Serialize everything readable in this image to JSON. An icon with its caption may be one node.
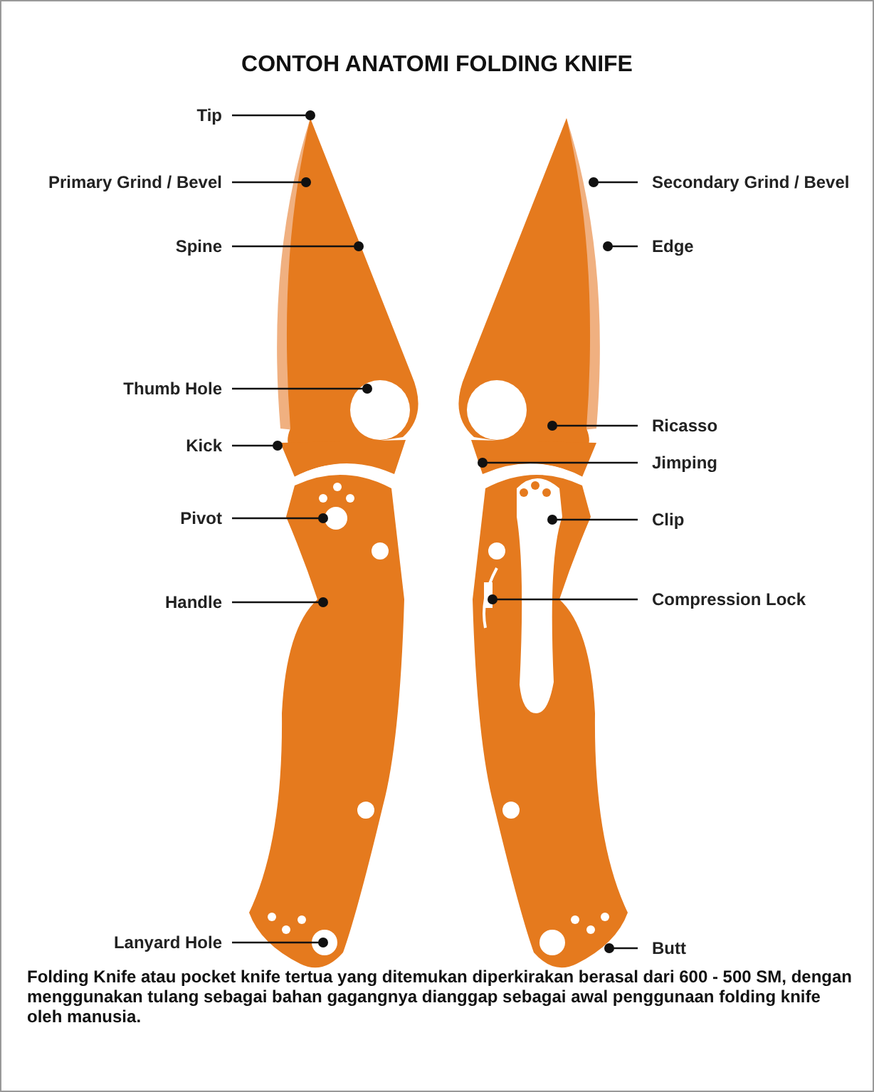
{
  "diagram": {
    "title": "CONTOH ANATOMI FOLDING KNIFE",
    "caption": "Folding Knife atau pocket knife tertua yang ditemukan diperkirakan berasal dari 600 - 500 SM, dengan menggunakan tulang sebagai bahan gagangnya dianggap sebagai awal penggunaan folding knife oleh manusia.",
    "nodes": [
      {
        "text": [
          "Tip"
        ]
      },
      {
        "text": [
          "Primary Grind / Bevel"
        ]
      },
      {
        "text": [
          "Secondary Grind / Bevel"
        ]
      },
      {
        "text": [
          "Spine"
        ]
      },
      {
        "text": [
          "Edge"
        ]
      },
      {
        "text": [
          "Thumb Hole"
        ]
      },
      {
        "text": [
          "Ricasso"
        ]
      },
      {
        "text": [
          "Kick"
        ]
      },
      {
        "text": [
          "Jimping"
        ]
      },
      {
        "text": [
          "Pivot"
        ]
      },
      {
        "text": [
          "Clip"
        ]
      },
      {
        "text": [
          "Handle"
        ]
      },
      {
        "text": [
          "Compression Lock"
        ]
      },
      {
        "text": [
          "Lanyard Hole"
        ]
      },
      {
        "text": [
          "Butt"
        ]
      }
    ],
    "edges": [
      {
        "from": 0,
        "to": null,
        "arrow": "other"
      },
      {
        "from": 1,
        "to": null,
        "arrow": "other"
      },
      {
        "from": 2,
        "to": null,
        "arrow": "other"
      },
      {
        "from": 3,
        "to": null,
        "arrow": "other"
      },
      {
        "from": 4,
        "to": null,
        "arrow": "other"
      },
      {
        "from": 5,
        "to": null,
        "arrow": "other"
      },
      {
        "from": 6,
        "to": null,
        "arrow": "other"
      },
      {
        "from": 7,
        "to": null,
        "arrow": "other"
      },
      {
        "from": 8,
        "to": null,
        "arrow": "other"
      },
      {
        "from": 9,
        "to": null,
        "arrow": "other"
      },
      {
        "from": 10,
        "to": null,
        "arrow": "other"
      },
      {
        "from": 11,
        "to": null,
        "arrow": "other"
      },
      {
        "from": 12,
        "to": null,
        "arrow": "other"
      },
      {
        "from": 13,
        "to": null,
        "arrow": "other"
      },
      {
        "from": 14,
        "to": null,
        "arrow": "other"
      }
    ]
  }
}
